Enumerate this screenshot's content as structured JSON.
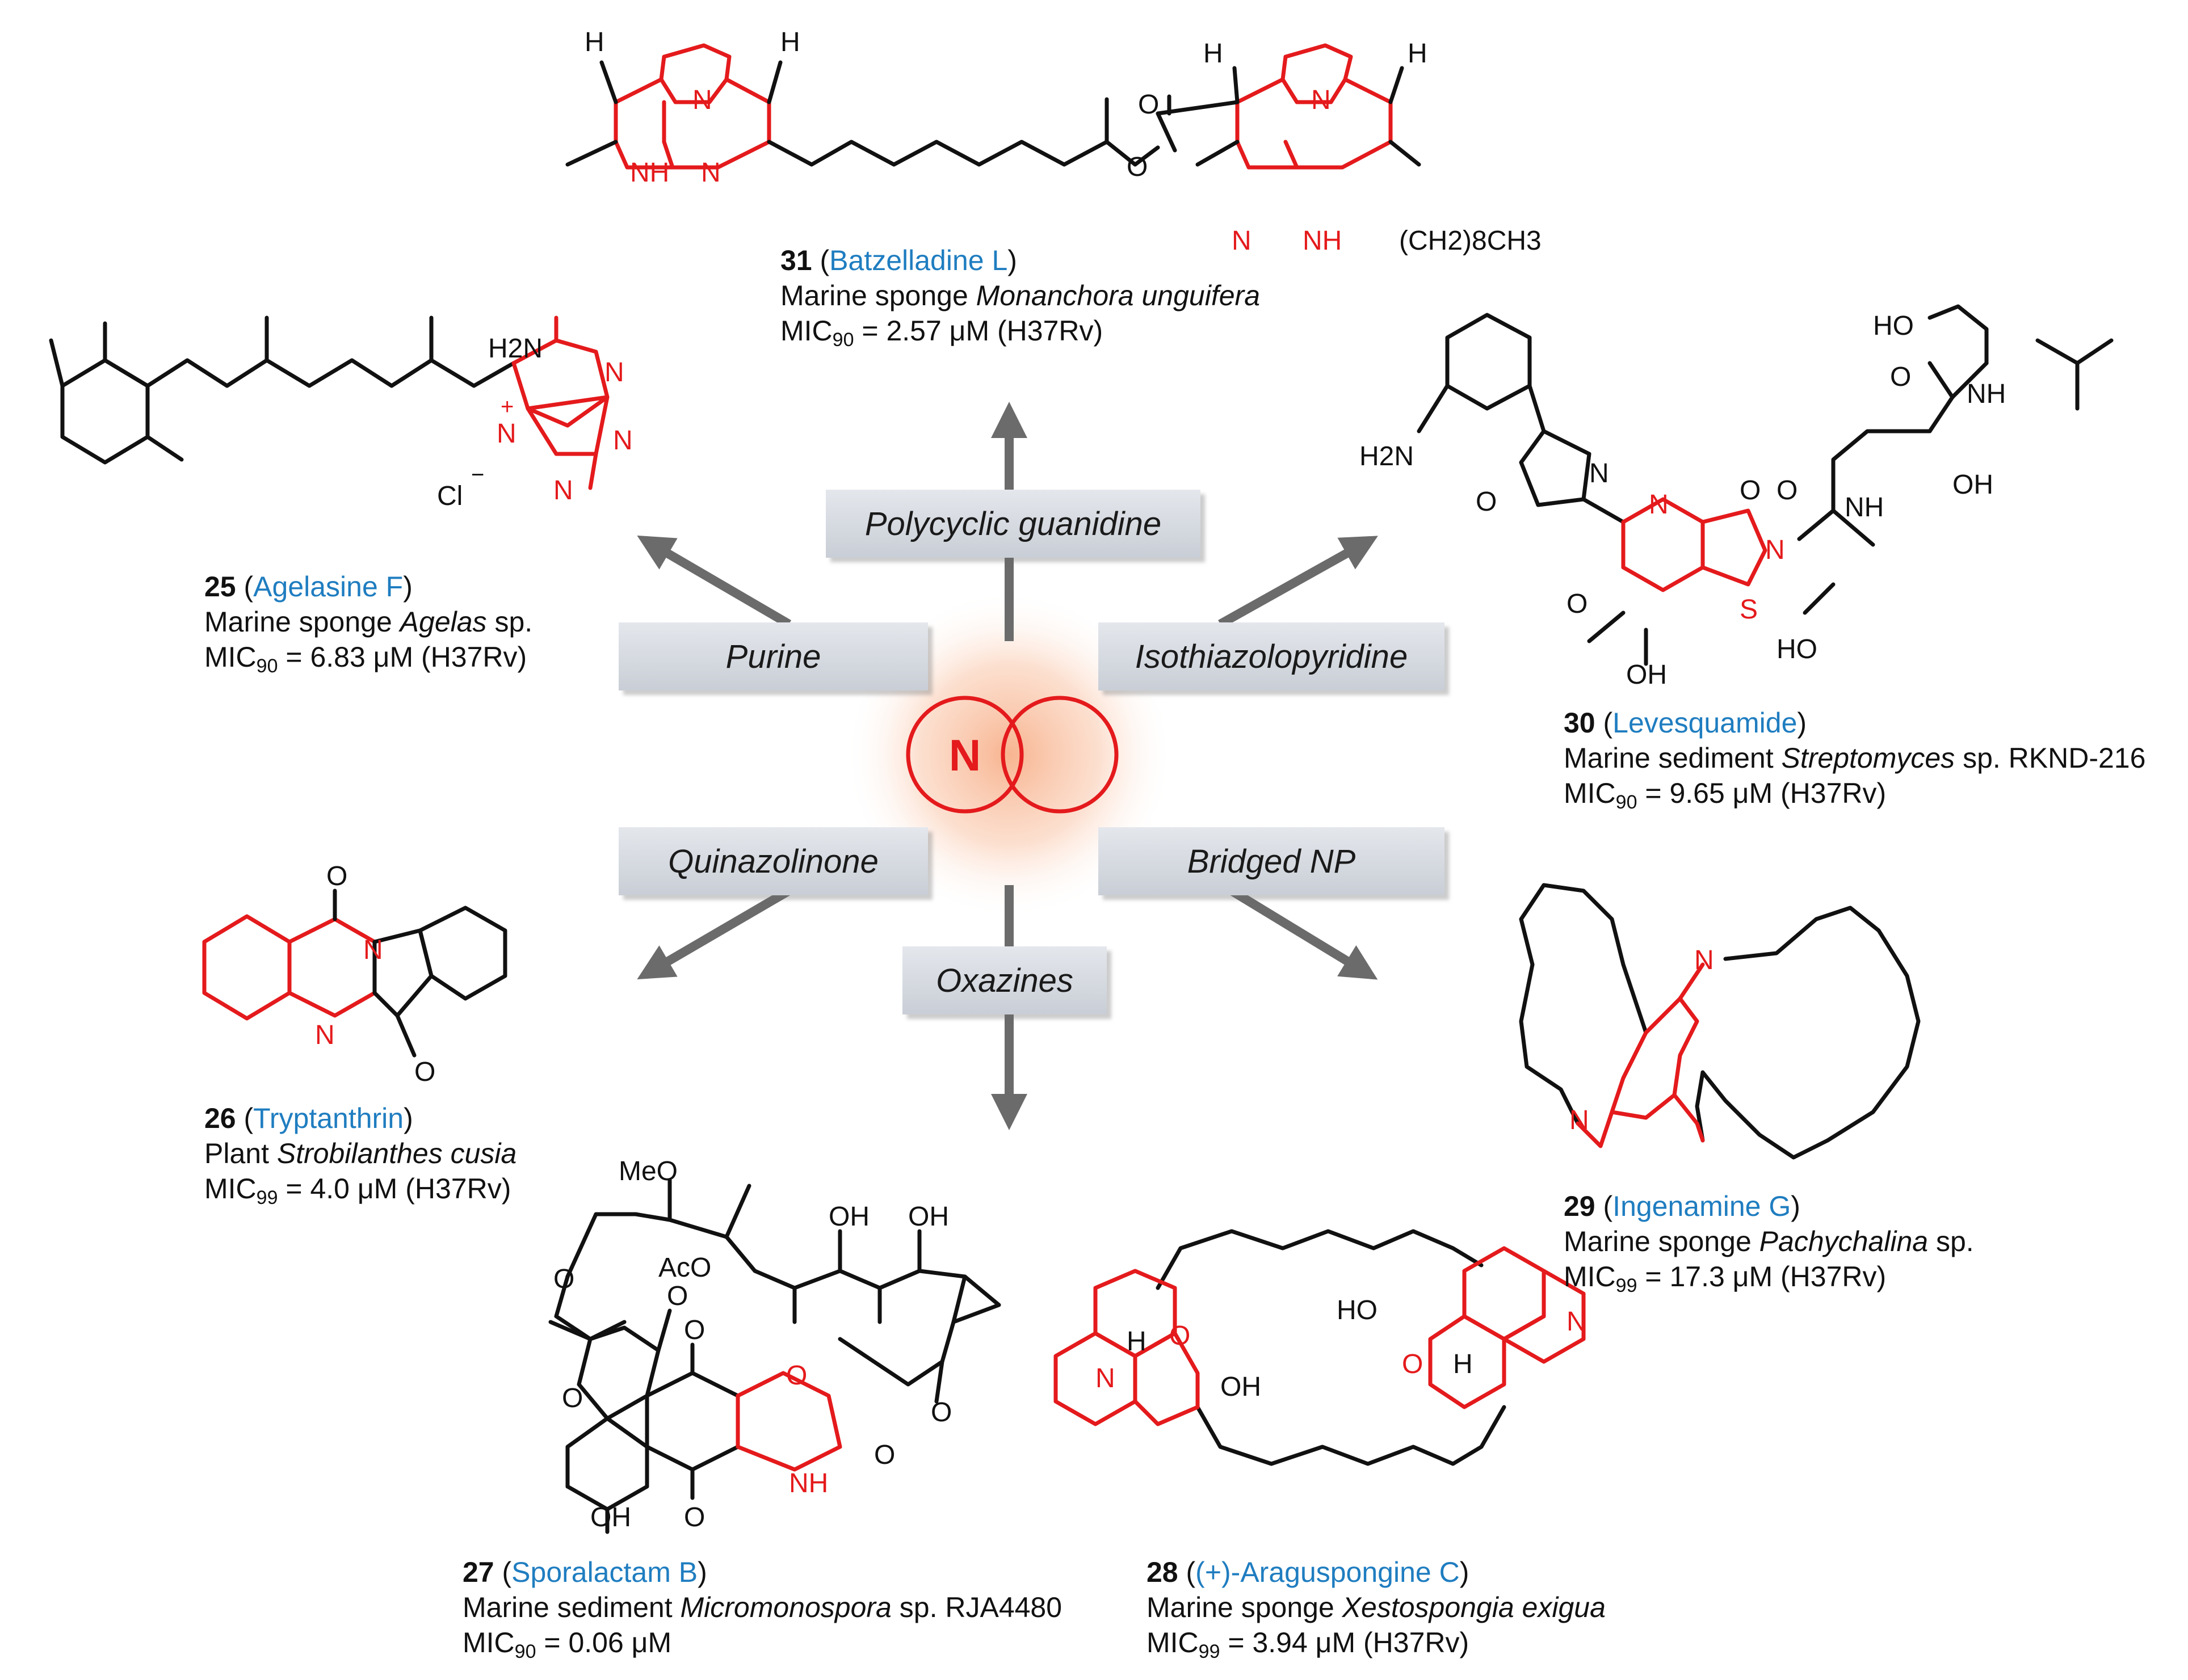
{
  "center": {
    "atom": "N"
  },
  "scaffolds": [
    {
      "label": "Polycyclic guanidine"
    },
    {
      "label": "Purine"
    },
    {
      "label": "Isothiazolopyridine"
    },
    {
      "label": "Quinazolinone"
    },
    {
      "label": "Bridged NP"
    },
    {
      "label": "Oxazines"
    }
  ],
  "compounds": [
    {
      "number": "31",
      "name": "Batzelladine L",
      "source_prefix": "Marine sponge ",
      "source_species": "Monanchora unguifera",
      "source_suffix": "",
      "mic_label": "MIC",
      "mic_sub": "90",
      "mic_value": " = 2.57 μM (H37Rv)"
    },
    {
      "number": "25",
      "name": "Agelasine F",
      "source_prefix": "Marine sponge ",
      "source_species": "Agelas",
      "source_suffix": " sp.",
      "mic_label": "MIC",
      "mic_sub": "90",
      "mic_value": " = 6.83 μM (H37Rv)"
    },
    {
      "number": "30",
      "name": "Levesquamide",
      "source_prefix": "Marine sediment ",
      "source_species": "Streptomyces",
      "source_suffix": " sp. RKND-216",
      "mic_label": "MIC",
      "mic_sub": "90",
      "mic_value": " = 9.65 μM (H37Rv)"
    },
    {
      "number": "26",
      "name": "Tryptanthrin",
      "source_prefix": "Plant ",
      "source_species": "Strobilanthes cusia",
      "source_suffix": "",
      "mic_label": "MIC",
      "mic_sub": "99",
      "mic_value": " = 4.0 μM (H37Rv)"
    },
    {
      "number": "29",
      "name": "Ingenamine G",
      "source_prefix": "Marine sponge ",
      "source_species": "Pachychalina",
      "source_suffix": " sp.",
      "mic_label": "MIC",
      "mic_sub": "99",
      "mic_value": " = 17.3 μM (H37Rv)"
    },
    {
      "number": "27",
      "name": "Sporalactam B",
      "source_prefix": "Marine sediment ",
      "source_species": "Micromonospora",
      "source_suffix": " sp. RJA4480",
      "mic_label": "MIC",
      "mic_sub": "90",
      "mic_value": " = 0.06 μM"
    },
    {
      "number": "28",
      "name": "(+)-Araguspongine C",
      "source_prefix": "Marine sponge ",
      "source_species": "Xestospongia exigua",
      "source_suffix": "",
      "mic_label": "MIC",
      "mic_sub": "99",
      "mic_value": " = 3.94 μM (H37Rv)"
    }
  ],
  "atom_labels": {
    "h": "H",
    "nh": "NH",
    "n": "N",
    "o": "O",
    "s": "S",
    "oh": "OH",
    "ho": "HO",
    "h2n": "H2N",
    "cl": "Cl",
    "meo": "MeO",
    "aco": "AcO",
    "chain": "(CH2)8CH3",
    "plus": "+",
    "minus": "−"
  },
  "colors": {
    "ring_highlight": "#e41a1c",
    "compound_name": "#1f7dc0",
    "arrow": "#6b6b6b",
    "glow": "#f7b08a"
  }
}
